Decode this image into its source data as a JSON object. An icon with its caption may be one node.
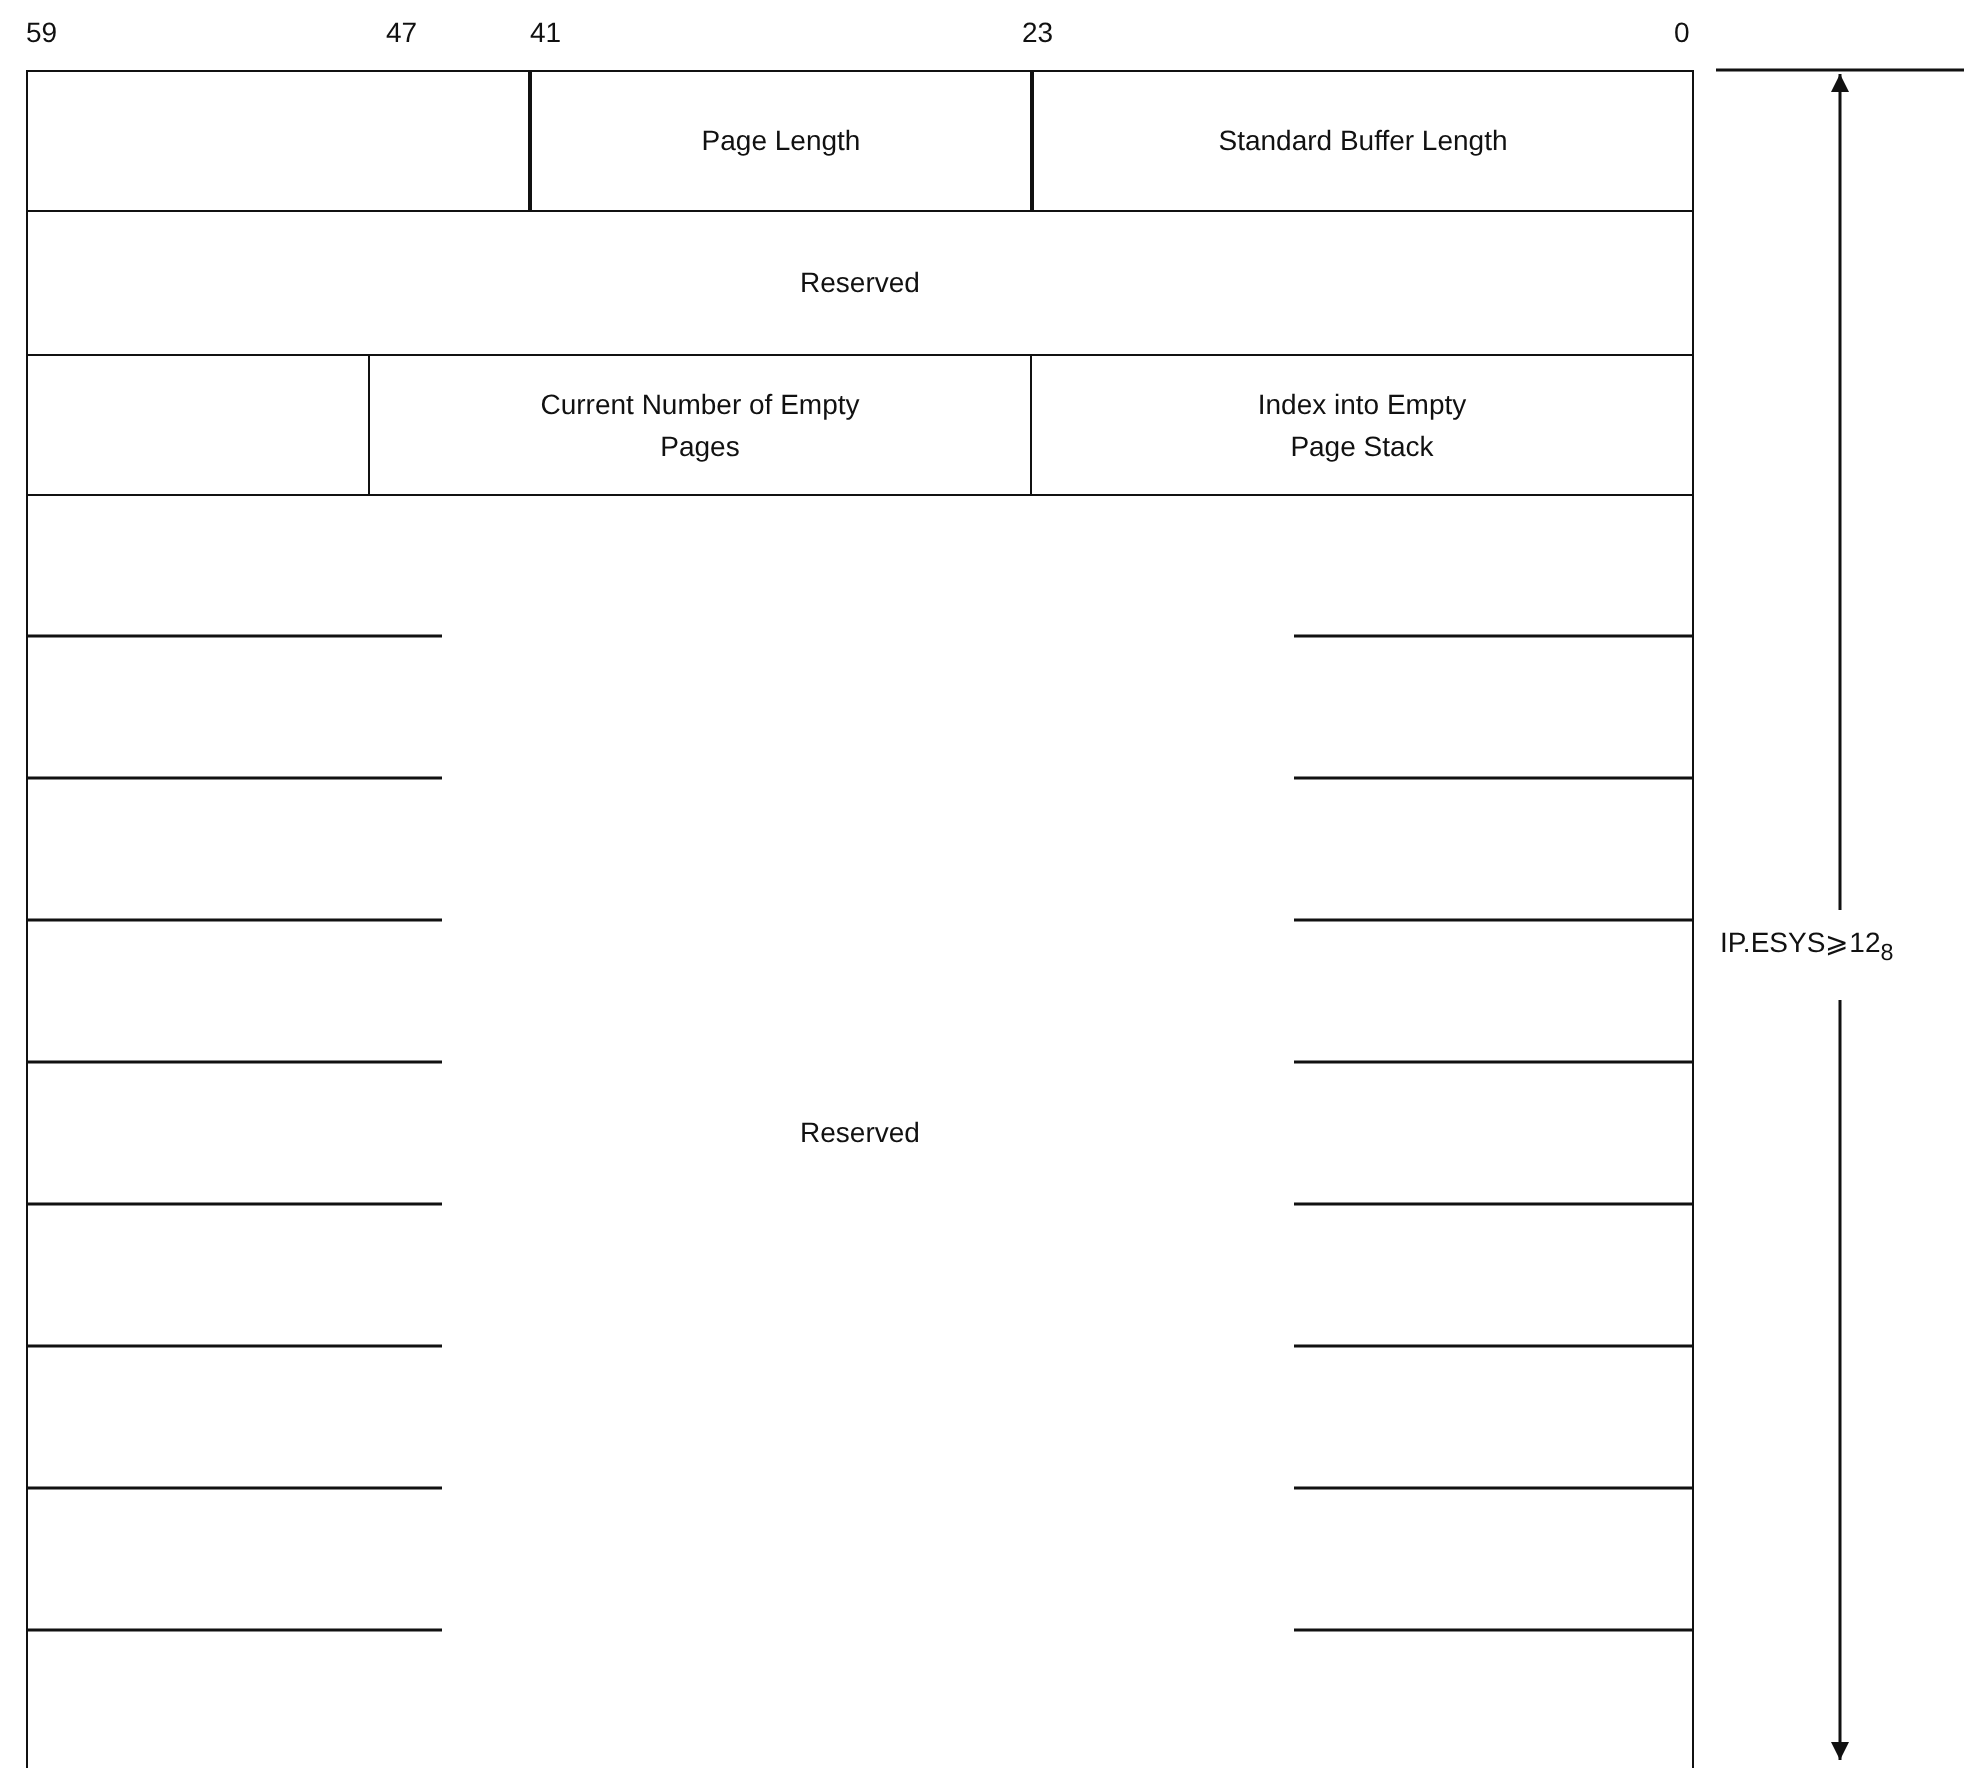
{
  "diagram": {
    "nodes": [
      {
        "text": [],
        "shape": "box"
      },
      {
        "text": [
          "Page Length"
        ]
      },
      {
        "text": [
          "Standard Buffer Length"
        ]
      },
      {
        "text": [
          "Reserved"
        ]
      },
      {
        "text": [],
        "shape": "box"
      },
      {
        "text": [
          "Current Number of Empty Pages"
        ]
      },
      {
        "text": [
          "Index into Empty Page Stack"
        ]
      },
      {
        "text": [
          "Reserved"
        ]
      }
    ],
    "edges": [],
    "labels": [
      "59",
      "47",
      "41",
      "23",
      "0",
      "IP.ESYS⩾12$_{8}$"
    ]
  }
}
